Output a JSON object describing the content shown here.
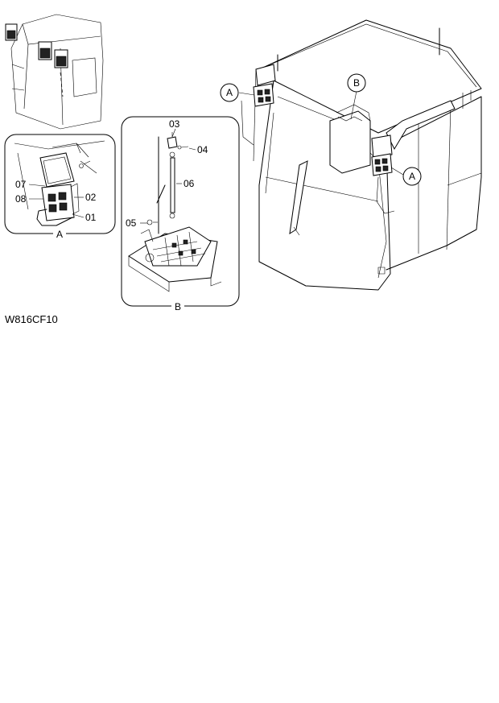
{
  "figure": {
    "code": "W816CF10"
  },
  "detail_a": {
    "title": "A",
    "parts": [
      "07",
      "08",
      "02",
      "01"
    ]
  },
  "detail_b": {
    "title": "B",
    "parts": [
      "03",
      "04",
      "06",
      "05"
    ]
  },
  "callouts": {
    "a_left": "A",
    "b_top": "B",
    "a_right": "A"
  }
}
